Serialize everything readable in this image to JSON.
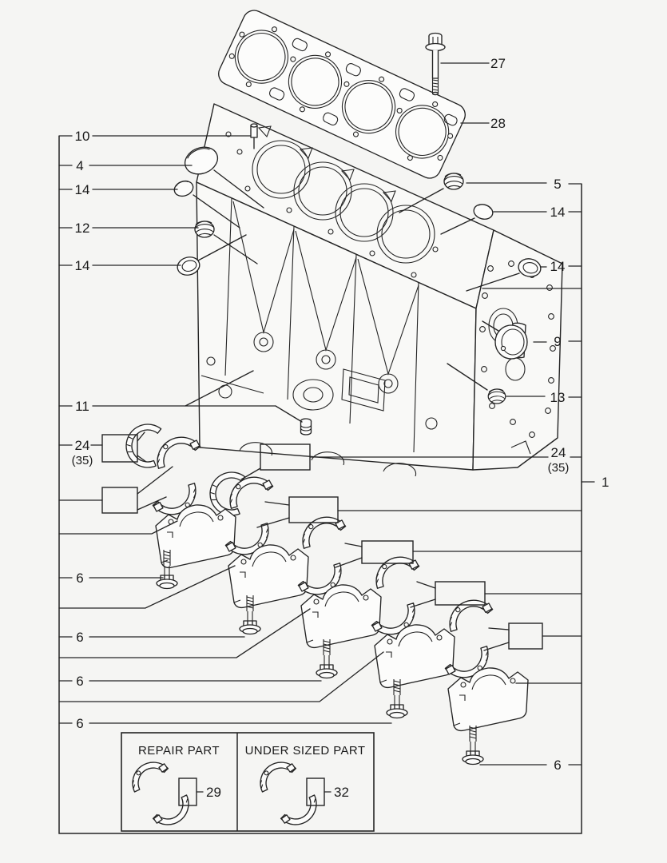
{
  "colors": {
    "background": "#f5f5f3",
    "line": "#242424",
    "text": "#1b1b1b"
  },
  "labels": {
    "n27": "27",
    "n28": "28",
    "n10": "10",
    "n4": "4",
    "n14a": "14",
    "n12": "12",
    "n14b": "14",
    "n11": "11",
    "n24L": "24",
    "n35L": "(35)",
    "n6a": "6",
    "n6b": "6",
    "n6c": "6",
    "n6d": "6",
    "n5": "5",
    "n14c": "14",
    "n14d": "14",
    "n9": "9",
    "n13": "13",
    "n24R": "24",
    "n35R": "(35)",
    "n1": "1",
    "n6e": "6",
    "n29": "29",
    "n32": "32"
  },
  "legend": {
    "repair_part": "REPAIR PART",
    "under_sized_part": "UNDER SIZED PART"
  }
}
